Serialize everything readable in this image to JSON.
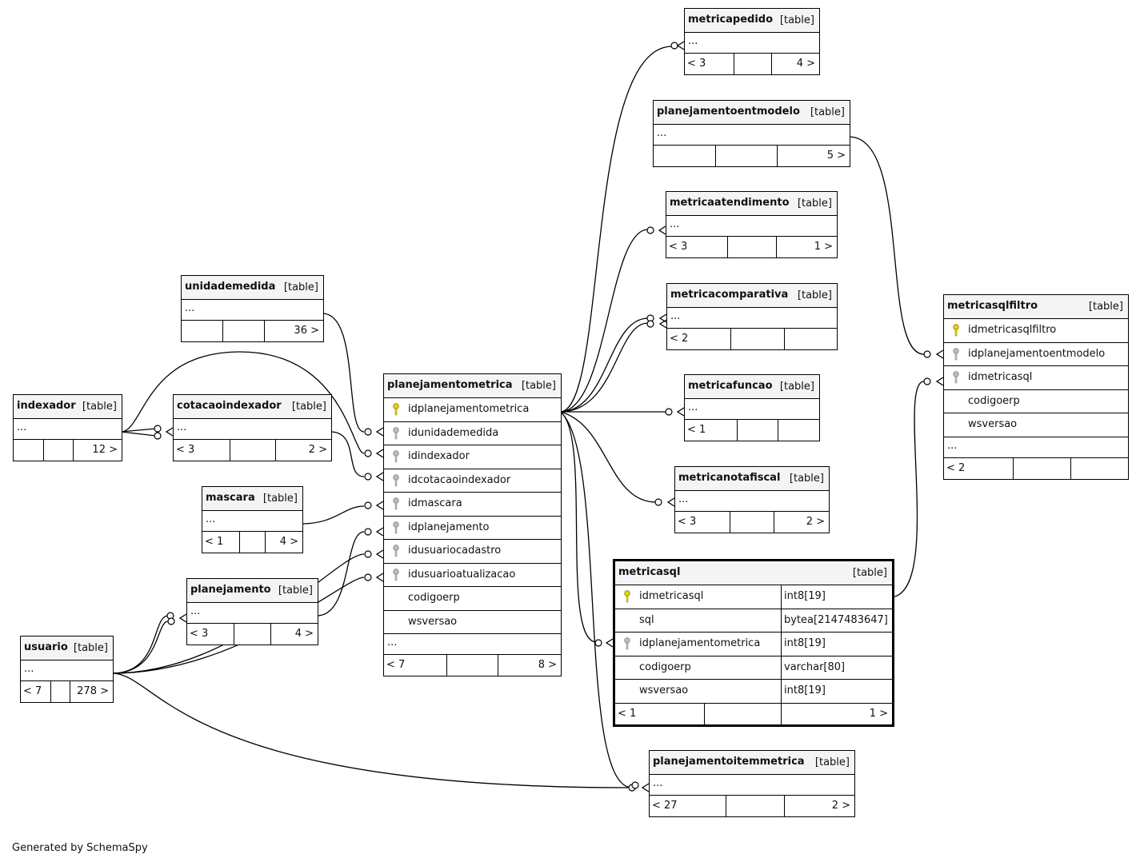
{
  "footer_text": "Generated by SchemaSpy",
  "tables": [
    {
      "id": "metricapedido",
      "name": "metricapedido",
      "type": "[table]",
      "dots": "...",
      "footer": [
        "< 3",
        "",
        "4 >"
      ]
    },
    {
      "id": "planejamentoentmodelo",
      "name": "planejamentoentmodelo",
      "type": "[table]",
      "dots": "...",
      "footer": [
        "",
        "",
        "5 >"
      ]
    },
    {
      "id": "metricaatendimento",
      "name": "metricaatendimento",
      "type": "[table]",
      "dots": "...",
      "footer": [
        "< 3",
        "",
        "1 >"
      ]
    },
    {
      "id": "metricacomparativa",
      "name": "metricacomparativa",
      "type": "[table]",
      "dots": "...",
      "footer": [
        "< 2",
        "",
        ""
      ]
    },
    {
      "id": "metricafuncao",
      "name": "metricafuncao",
      "type": "[table]",
      "dots": "...",
      "footer": [
        "< 1",
        "",
        ""
      ]
    },
    {
      "id": "metricanotafiscal",
      "name": "metricanotafiscal",
      "type": "[table]",
      "dots": "...",
      "footer": [
        "< 3",
        "",
        "2 >"
      ]
    },
    {
      "id": "unidademedida",
      "name": "unidademedida",
      "type": "[table]",
      "dots": "...",
      "footer": [
        "",
        "",
        "36 >"
      ]
    },
    {
      "id": "indexador",
      "name": "indexador",
      "type": "[table]",
      "dots": "...",
      "footer": [
        "",
        "",
        "12 >"
      ]
    },
    {
      "id": "cotacaoindexador",
      "name": "cotacaoindexador",
      "type": "[table]",
      "dots": "...",
      "footer": [
        "< 3",
        "",
        "2 >"
      ]
    },
    {
      "id": "mascara",
      "name": "mascara",
      "type": "[table]",
      "dots": "...",
      "footer": [
        "< 1",
        "",
        "4 >"
      ]
    },
    {
      "id": "planejamento",
      "name": "planejamento",
      "type": "[table]",
      "dots": "...",
      "footer": [
        "< 3",
        "",
        "4 >"
      ]
    },
    {
      "id": "usuario",
      "name": "usuario",
      "type": "[table]",
      "dots": "...",
      "footer": [
        "< 7",
        "",
        "278 >"
      ]
    },
    {
      "id": "planejamentometrica",
      "name": "planejamentometrica",
      "type": "[table]",
      "dots": "...",
      "footer": [
        "< 7",
        "",
        "8 >"
      ],
      "columns": [
        {
          "name": "idplanejamentometrica",
          "key": "primary"
        },
        {
          "name": "idunidademedida",
          "key": "foreign"
        },
        {
          "name": "idindexador",
          "key": "foreign"
        },
        {
          "name": "idcotacaoindexador",
          "key": "foreign"
        },
        {
          "name": "idmascara",
          "key": "foreign"
        },
        {
          "name": "idplanejamento",
          "key": "foreign"
        },
        {
          "name": "idusuariocadastro",
          "key": "foreign"
        },
        {
          "name": "idusuarioatualizacao",
          "key": "foreign"
        },
        {
          "name": "codigoerp",
          "key": ""
        },
        {
          "name": "wsversao",
          "key": ""
        }
      ]
    },
    {
      "id": "metricasqlfiltro",
      "name": "metricasqlfiltro",
      "type": "[table]",
      "dots": "...",
      "footer": [
        "< 2",
        "",
        ""
      ],
      "columns": [
        {
          "name": "idmetricasqlfiltro",
          "key": "primary"
        },
        {
          "name": "idplanejamentoentmodelo",
          "key": "foreign"
        },
        {
          "name": "idmetricasql",
          "key": "foreign"
        },
        {
          "name": "codigoerp",
          "key": ""
        },
        {
          "name": "wsversao",
          "key": ""
        }
      ]
    },
    {
      "id": "metricasql",
      "name": "metricasql",
      "type": "[table]",
      "footer": [
        "< 1",
        "",
        "1 >"
      ],
      "columns": [
        {
          "name": "idmetricasql",
          "key": "primary",
          "type": "int8[19]"
        },
        {
          "name": "sql",
          "key": "",
          "type": "bytea[2147483647]"
        },
        {
          "name": "idplanejamentometrica",
          "key": "foreign",
          "type": "int8[19]"
        },
        {
          "name": "codigoerp",
          "key": "",
          "type": "varchar[80]"
        },
        {
          "name": "wsversao",
          "key": "",
          "type": "int8[19]"
        }
      ]
    },
    {
      "id": "planejamentoitemmetrica",
      "name": "planejamentoitemmetrica",
      "type": "[table]",
      "dots": "...",
      "footer": [
        "< 27",
        "",
        "2 >"
      ]
    }
  ]
}
